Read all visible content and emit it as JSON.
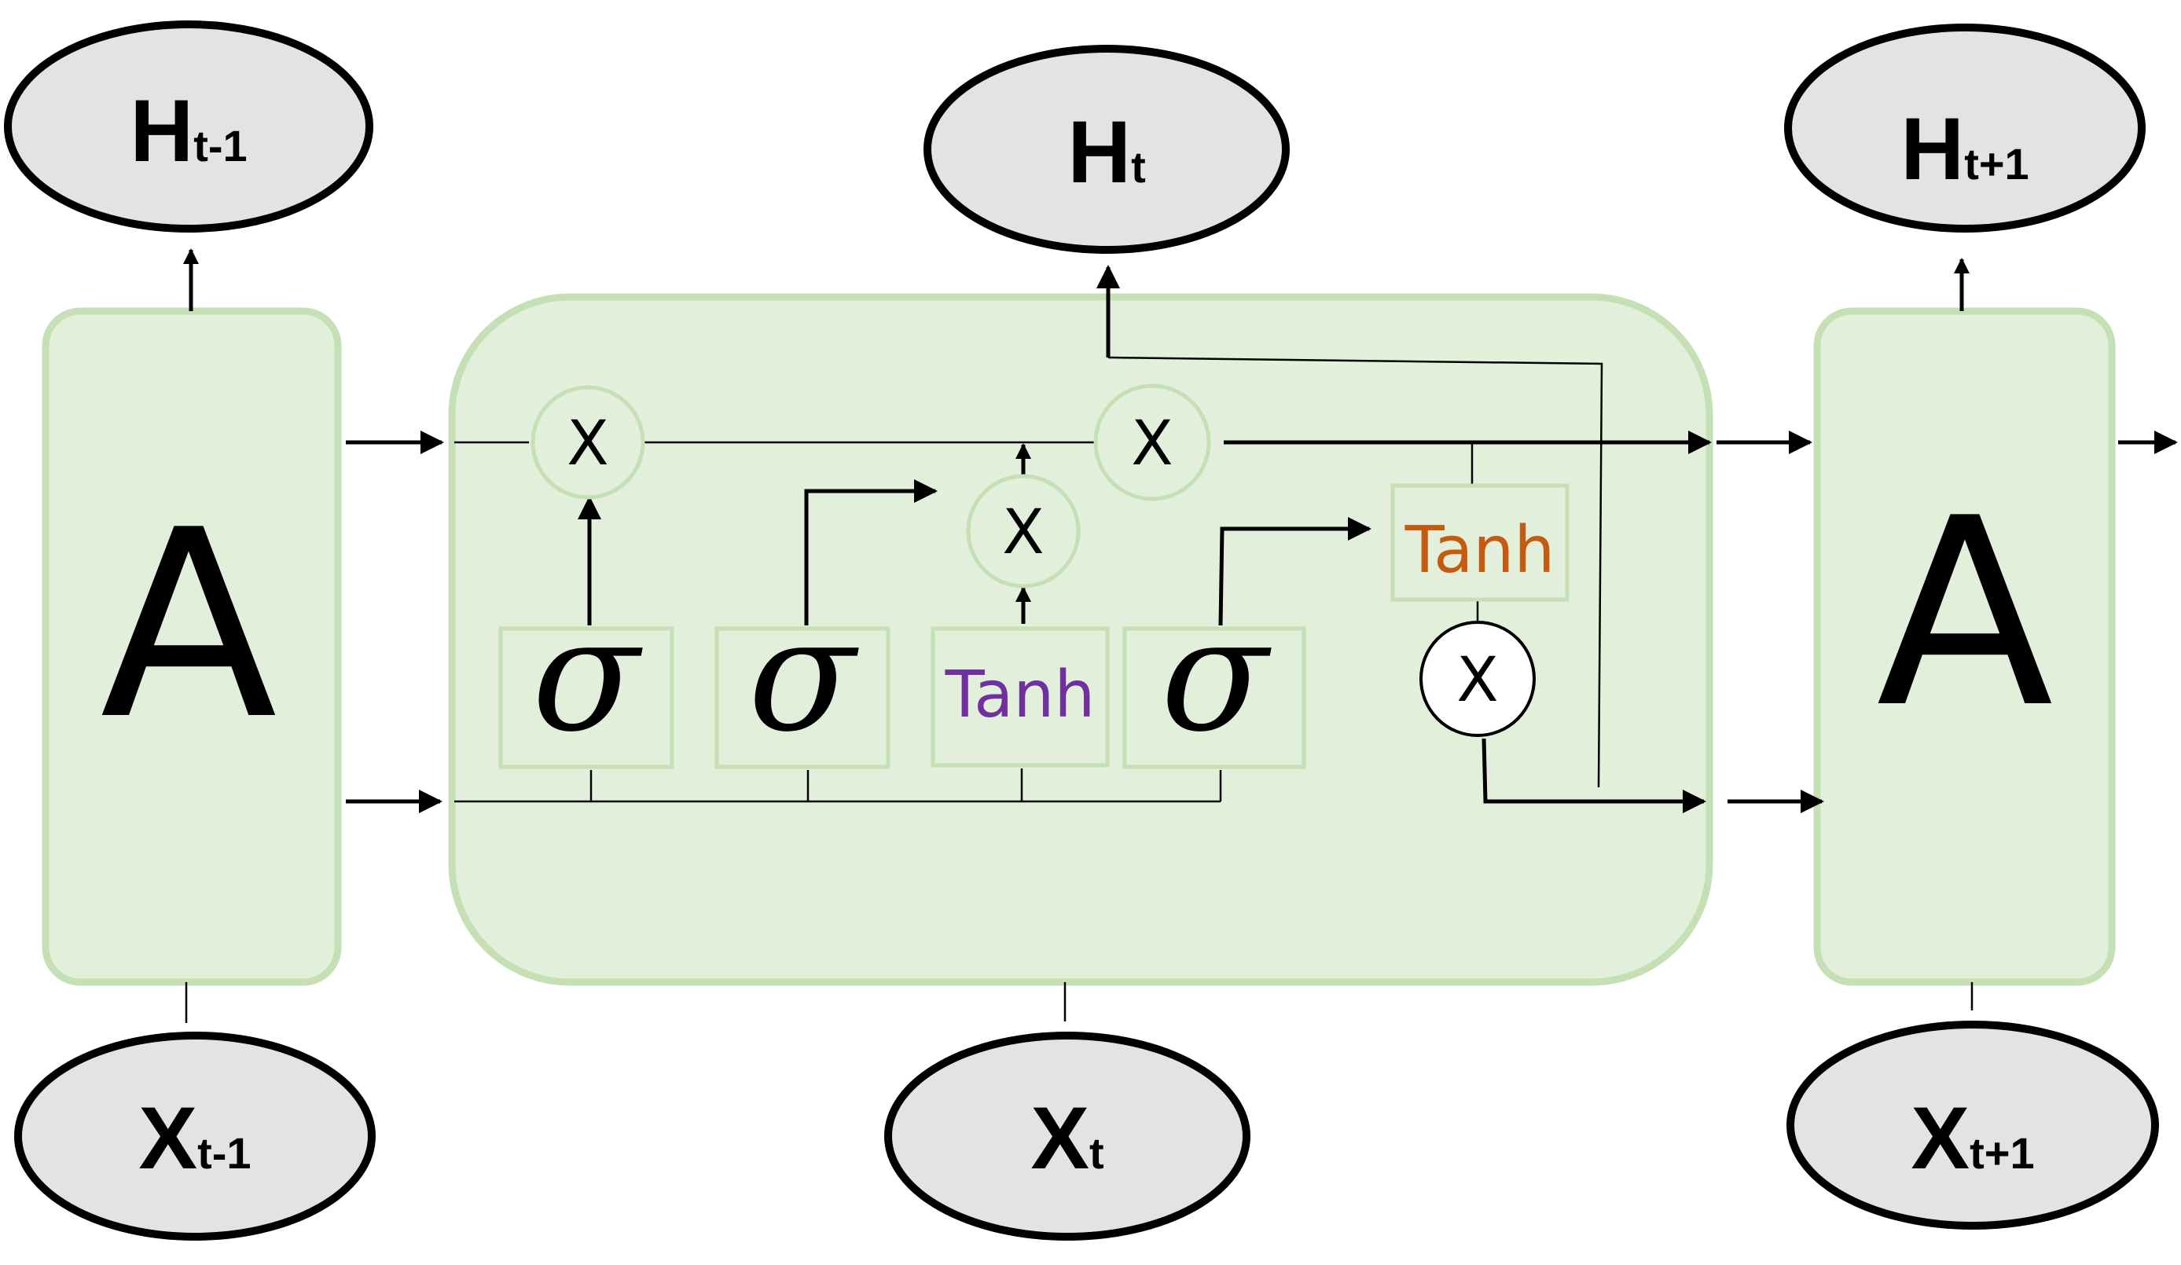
{
  "nodes": {
    "h_prev": {
      "main": "H",
      "sub": "t-1"
    },
    "h_curr": {
      "main": "H",
      "sub": "t"
    },
    "h_next": {
      "main": "H",
      "sub": "t+1"
    },
    "x_prev": {
      "main": "X",
      "sub": "t-1"
    },
    "x_curr": {
      "main": "X",
      "sub": "t"
    },
    "x_next": {
      "main": "X",
      "sub": "t+1"
    }
  },
  "cells": {
    "left": {
      "label": "A"
    },
    "right": {
      "label": "A"
    }
  },
  "gates": {
    "forget": {
      "label": "σ"
    },
    "input": {
      "label": "σ"
    },
    "candidate": {
      "label": "Tanh",
      "color": "#7030a0"
    },
    "output": {
      "label": "σ"
    },
    "cell_tanh": {
      "label": "Tanh",
      "color": "#c55a11"
    }
  },
  "operators": {
    "forget_mult": {
      "label": "X"
    },
    "input_mult": {
      "label": "X"
    },
    "cell_add": {
      "label": "X"
    },
    "output_mult": {
      "label": "X"
    }
  },
  "colors": {
    "cell_fill": "#e2efda",
    "cell_border": "#c5e0b4",
    "node_fill": "#e3e3e3",
    "tanh_candidate": "#7030a0",
    "tanh_cell": "#c55a11"
  }
}
